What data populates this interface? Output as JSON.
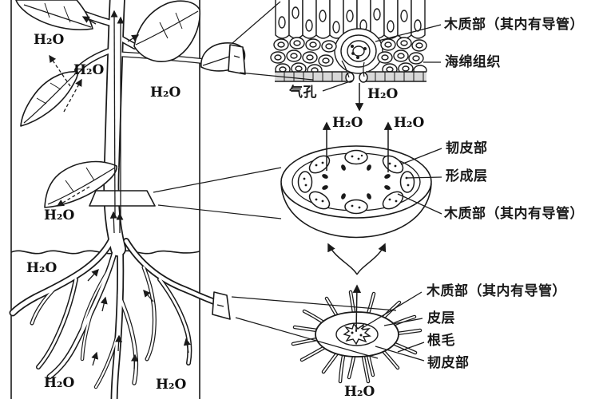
{
  "background": "#ffffff",
  "ink_color": "#1a1a1a",
  "water_label": "H₂O",
  "leaf_section": {
    "xylem_label": "木质部（其内有导管）",
    "spongy_label": "海绵组织",
    "stoma_label": "气孔"
  },
  "stem_section": {
    "phloem_label": "韧皮部",
    "cambium_label": "形成层",
    "xylem_label": "木质部（其内有导管）"
  },
  "root_section": {
    "xylem_label": "木质部（其内有导管）",
    "cortex_label": "皮层",
    "root_hair_label": "根毛",
    "phloem_label": "韧皮部"
  }
}
